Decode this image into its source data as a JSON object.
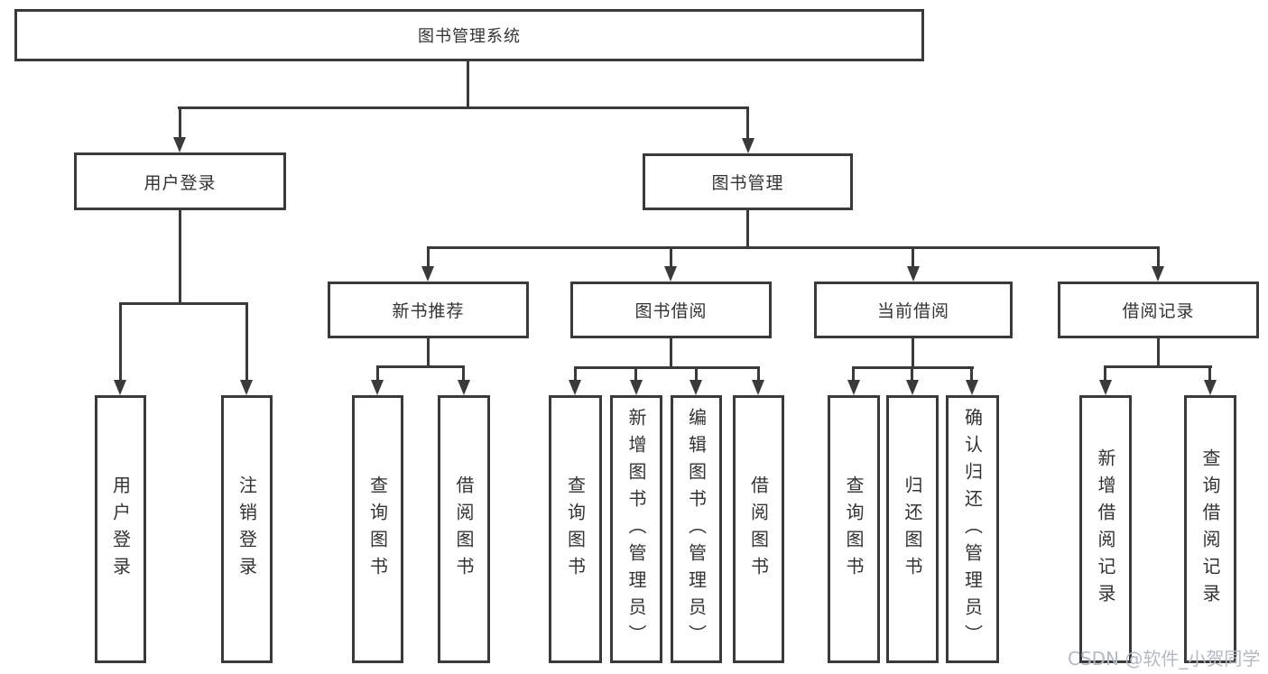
{
  "colors": {
    "line": "#3a3a3a",
    "text": "#333333",
    "background": "#ffffff",
    "watermark": "#b3bac3"
  },
  "watermark": "CSDN @软件_小贺同学",
  "nodes": {
    "root": "图书管理系统",
    "user_login": "用户登录",
    "book_management": "图书管理",
    "new_book_recommend": "新书推荐",
    "book_borrowing": "图书借阅",
    "current_borrowing": "当前借阅",
    "borrow_records": "借阅记录",
    "leaf_user_login": "用户登录",
    "leaf_logout": "注销登录",
    "leaf_query_books_1": "查询图书",
    "leaf_borrow_books_1": "借阅图书",
    "leaf_query_books_2": "查询图书",
    "leaf_add_books_admin": "新增图书（管理员）",
    "leaf_edit_books_admin": "编辑图书（管理员）",
    "leaf_borrow_books_2": "借阅图书",
    "leaf_query_books_3": "查询图书",
    "leaf_return_books": "归还图书",
    "leaf_confirm_return_admin": "确认归还（管理员）",
    "leaf_add_borrow_record": "新增借阅记录",
    "leaf_query_borrow_record": "查询借阅记录"
  }
}
